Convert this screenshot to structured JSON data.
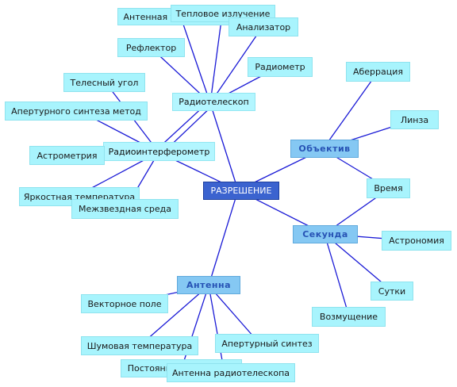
{
  "root": "РАЗРЕШЕНИЕ",
  "hubs": {
    "radiotelescope": "Радиотелескоп",
    "interferometer": "Радиоинтерферометр"
  },
  "main": {
    "objective": "Объектив",
    "second": "Секунда",
    "antenna": "Антенна"
  },
  "leaves": {
    "antenna_temperature": "Антенная температура",
    "thermal_emission": "Тепловое излучение",
    "analyzer": "Анализатор",
    "reflector": "Рефлектор",
    "radiometer": "Радиометр",
    "solid_angle": "Телесный угол",
    "aperture_synthesis_method": "Апертурного синтеза метод",
    "astrometry": "Астрометрия",
    "brightness_temperature": "Яркостная температура",
    "interstellar_medium": "Межзвездная среда",
    "aberration": "Аберрация",
    "lens": "Линза",
    "time": "Время",
    "astronomy": "Астрономия",
    "day": "Сутки",
    "perturbation": "Возмущение",
    "vector_field": "Векторное поле",
    "noise_temperature": "Шумовая температура",
    "aperture_synthesis": "Апертурный синтез",
    "boltzmann_constant": "Постоянная больцмана",
    "radiotelescope_antenna": "Антенна радиотелескопа"
  },
  "colors": {
    "edge": "#1a1ad6",
    "leaf": "#a8f4fd",
    "main": "#85c8f3",
    "root": "#3b63cf"
  }
}
